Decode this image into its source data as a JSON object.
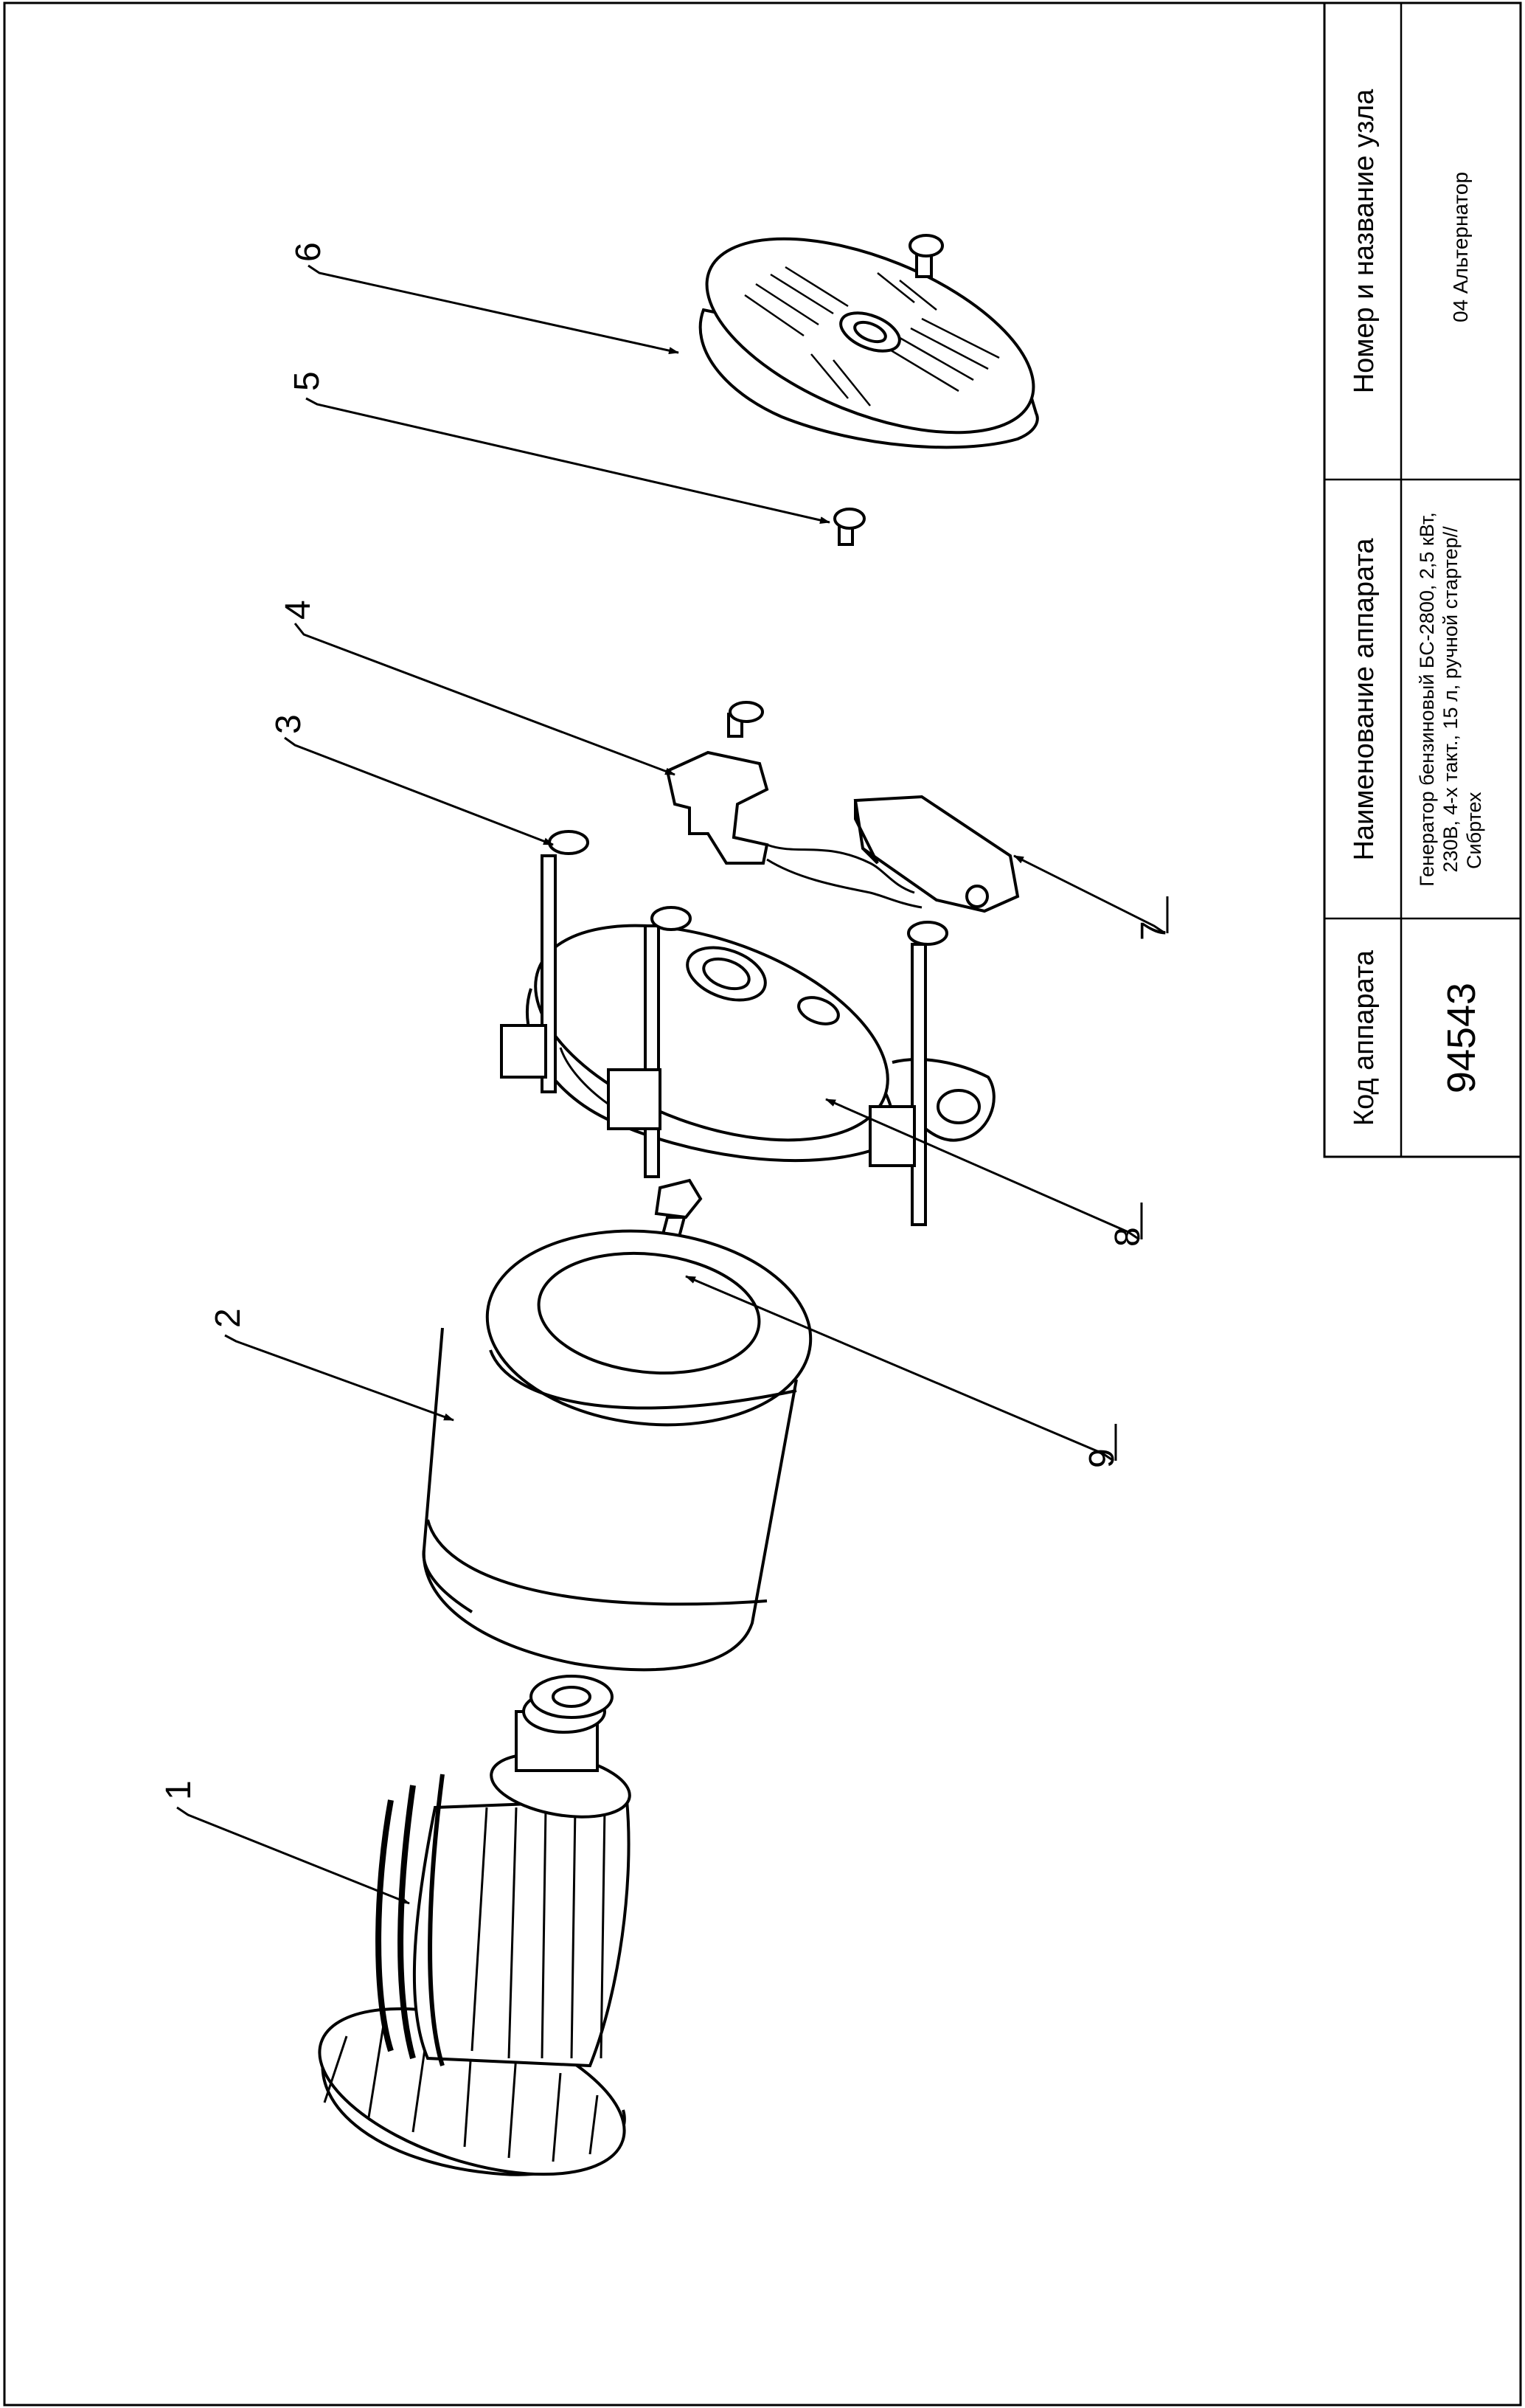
{
  "title_block": {
    "code_header": "Код аппарата",
    "code_value": "94543",
    "name_header": "Наименование аппарата",
    "name_value_lines": [
      "Генератор бензиновый БС-2800, 2,5 кВт,",
      "230В, 4-х такт., 15 л, ручной стартер//",
      "Сибртех"
    ],
    "unit_header": "Номер и название узла",
    "unit_value": "04 Альтернатор"
  },
  "callouts": {
    "c1": "1",
    "c2": "2",
    "c3": "3",
    "c4": "4",
    "c5": "5",
    "c6": "6",
    "c7": "7",
    "c8": "8",
    "c9": "9"
  },
  "colors": {
    "line": "#000000",
    "paper": "#ffffff"
  }
}
